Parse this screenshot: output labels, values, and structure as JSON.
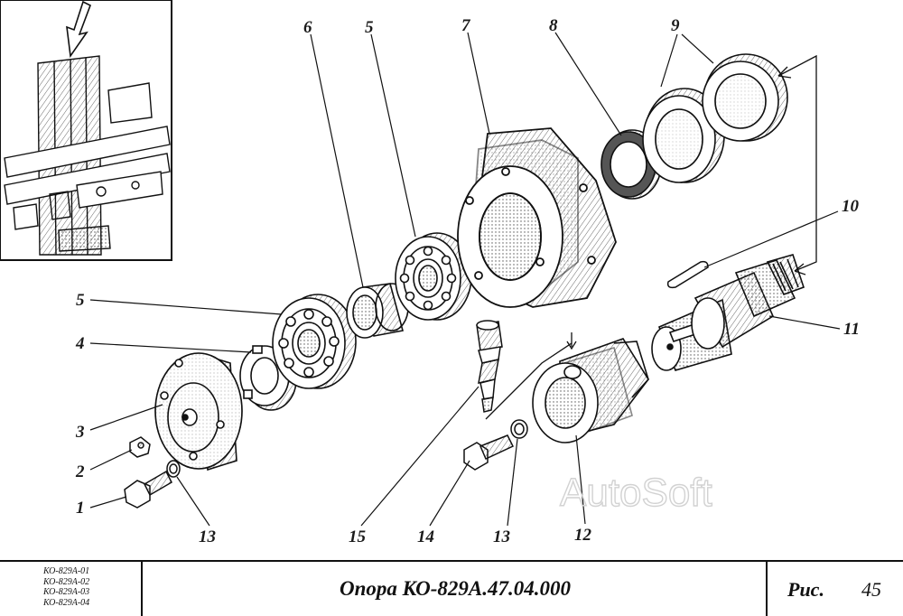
{
  "parts": {
    "n1": "1",
    "n2": "2",
    "n3": "3",
    "n4": "4",
    "n5a": "5",
    "n5b": "5",
    "n6": "6",
    "n7": "7",
    "n8": "8",
    "n9": "9",
    "n10": "10",
    "n11": "11",
    "n12": "12",
    "n13a": "13",
    "n13b": "13",
    "n14": "14",
    "n15": "15"
  },
  "watermark": "AutoSoft",
  "title_block": {
    "models": [
      "КО-829А-01",
      "КО-829А-02",
      "КО-829А-03",
      "КО-829А-04"
    ],
    "title": "Опора КО-829А.47.04.000",
    "figure_label": "Рис.",
    "figure_number": "45"
  }
}
